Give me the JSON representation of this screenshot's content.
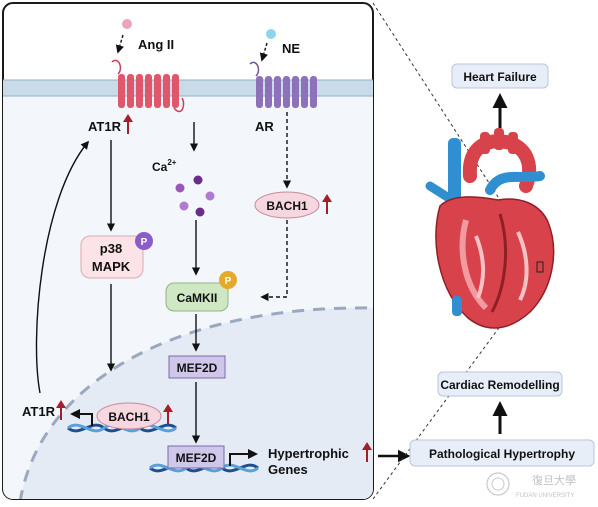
{
  "ligands": {
    "ang2": "Ang II",
    "ne": "NE"
  },
  "receptors": {
    "at1r": "AT1R",
    "ar": "AR"
  },
  "ions": {
    "ca_base": "Ca",
    "ca_sup": "2+"
  },
  "nodes": {
    "bach1_cyto": "BACH1",
    "p38_line1": "p38",
    "p38_line2": "MAPK",
    "camkii": "CaMKII",
    "mef2d_cyto": "MEF2D",
    "mef2d_nuc": "MEF2D",
    "at1r_gene": "AT1R",
    "bach1_nuc": "BACH1",
    "hyp_line1": "Hypertrophic",
    "hyp_line2": "Genes"
  },
  "badges": {
    "phospho": "P"
  },
  "outcomes": {
    "heart_failure": "Heart Failure",
    "cardiac_remodelling": "Cardiac Remodelling",
    "pathological_hypertrophy": "Pathological Hypertrophy"
  },
  "logo": {
    "text": "FUDAN UNIVERSITY"
  },
  "colors": {
    "membrane": "#c9dbe9",
    "cell_bg": "#f3f6fa",
    "nucleus": "#e4ebf5",
    "receptor_at1r": "#e0566b",
    "receptor_ar": "#8e72b9",
    "pink_node": "#f7d7df",
    "mef2d": "#cfc7e9",
    "camkii": "#cfe8c4",
    "phospho": "#8b5cc7",
    "phospho_camkii": "#e6a92a",
    "up_arrow": "#a61e2a",
    "outcome_box": "#e8eef8",
    "dna_blue": "#1f4e8f"
  }
}
